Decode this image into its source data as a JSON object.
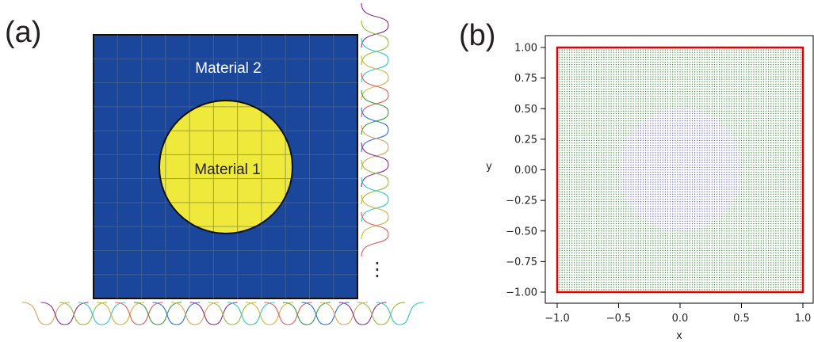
{
  "panel_a": {
    "label": "(a)",
    "material_outer": "Material 2",
    "material_inner": "Material 1",
    "ellipsis": "⋮",
    "colors": {
      "outer": "#1a469c",
      "inner": "#efe93c",
      "grid": "#3d5f8f",
      "inner_grid": "#9aa050"
    },
    "grid_cells": 11,
    "basis_colors": [
      "#d9a15c",
      "#8e2a8e",
      "#8fbf3a",
      "#2ec4c4",
      "#d4b23a",
      "#e05a5a",
      "#3a9a3a",
      "#2a6ed4"
    ]
  },
  "panel_b": {
    "label": "(b)",
    "colors": {
      "outer_points": "#2e8b2e",
      "inner_points": "#6060e0",
      "boundary": "#e00000"
    }
  },
  "chart_data": {
    "type": "scatter",
    "title": "",
    "xlabel": "x",
    "ylabel": "y",
    "xlim": [
      -1.0,
      1.0
    ],
    "ylim": [
      -1.0,
      1.0
    ],
    "xticks": [
      "−1.0",
      "−0.5",
      "0.0",
      "0.5",
      "1.0"
    ],
    "xtick_values": [
      -1.0,
      -0.5,
      0.0,
      0.5,
      1.0
    ],
    "yticks": [
      "1.00",
      "0.75",
      "0.50",
      "0.25",
      "0.00",
      "−0.25",
      "−0.50",
      "−0.75",
      "−1.00"
    ],
    "ytick_values": [
      1.0,
      0.75,
      0.5,
      0.25,
      0.0,
      -0.25,
      -0.5,
      -0.75,
      -1.0
    ],
    "series": [
      {
        "region": "outside circle",
        "domain": [
          [
            -1,
            1
          ],
          [
            -1,
            1
          ]
        ]
      },
      {
        "region": "inside circle",
        "center": [
          0,
          0
        ],
        "radius": 0.5
      }
    ],
    "boundary": [
      [
        -1,
        -1
      ],
      [
        1,
        -1
      ],
      [
        1,
        1
      ],
      [
        -1,
        1
      ]
    ]
  }
}
